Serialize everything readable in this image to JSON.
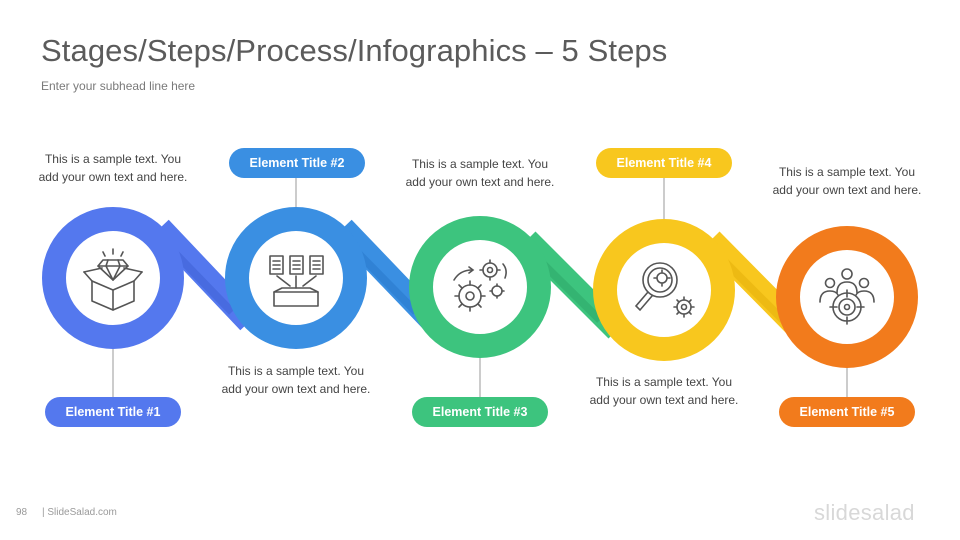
{
  "header": {
    "title": "Stages/Steps/Process/Infographics – 5 Steps",
    "subtitle": "Enter your subhead  line here"
  },
  "steps": [
    {
      "title": "Element Title #1",
      "text": "This is a sample text. You add your own text and here.",
      "color": "#5478EE",
      "icon": "diamond-box-icon"
    },
    {
      "title": "Element Title #2",
      "text": "This is a sample text. You add your own text and here.",
      "color": "#3A8FE2",
      "icon": "documents-tray-icon"
    },
    {
      "title": "Element Title #3",
      "text": "This is a sample text. You add your own text and here.",
      "color": "#3DC47E",
      "icon": "gears-icon"
    },
    {
      "title": "Element Title #4",
      "text": "This is a sample text. You add your own text and here.",
      "color": "#F8C71E",
      "icon": "magnifier-gears-icon"
    },
    {
      "title": "Element Title #5",
      "text": "This is a sample text. You add your own text and here.",
      "color": "#F27B1C",
      "icon": "target-people-icon"
    }
  ],
  "footer": {
    "page_number": "98",
    "site": "| SlideSalad.com",
    "logo": "slidesalad"
  }
}
